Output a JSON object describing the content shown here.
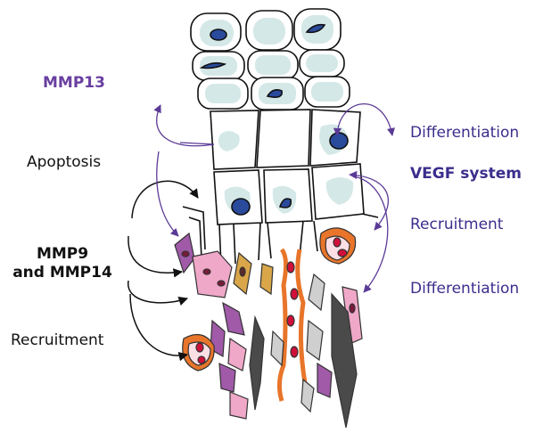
{
  "labels": {
    "mmp13": "MMP13",
    "apoptosis": "Apoptosis",
    "mmp9_line1": "MMP9",
    "mmp9_line2": "and MMP14",
    "recruitment_left": "Recruitment",
    "differentiation_top": "Differentiation",
    "vegf": "VEGF system",
    "recruitment_right": "Recruitment",
    "differentiation_bottom": "Differentiation"
  },
  "colors": {
    "text_dark": "#111111",
    "text_blue": "#3b2e8c",
    "mmp13": "#6a3fa0",
    "arrow_black": "#111111",
    "arrow_purple": "#5b3a96",
    "cell_fill": "#d5e8e8",
    "nucleus": "#2a4a9c",
    "pink_cell": "#f0a8c8",
    "purple_cell": "#a05aa8",
    "tan_cell": "#d9a64a",
    "vessel_orange": "#e8752a",
    "red_blood": "#d0103a",
    "dark_gray": "#4a4a4a",
    "light_gray": "#cfcfcf"
  }
}
